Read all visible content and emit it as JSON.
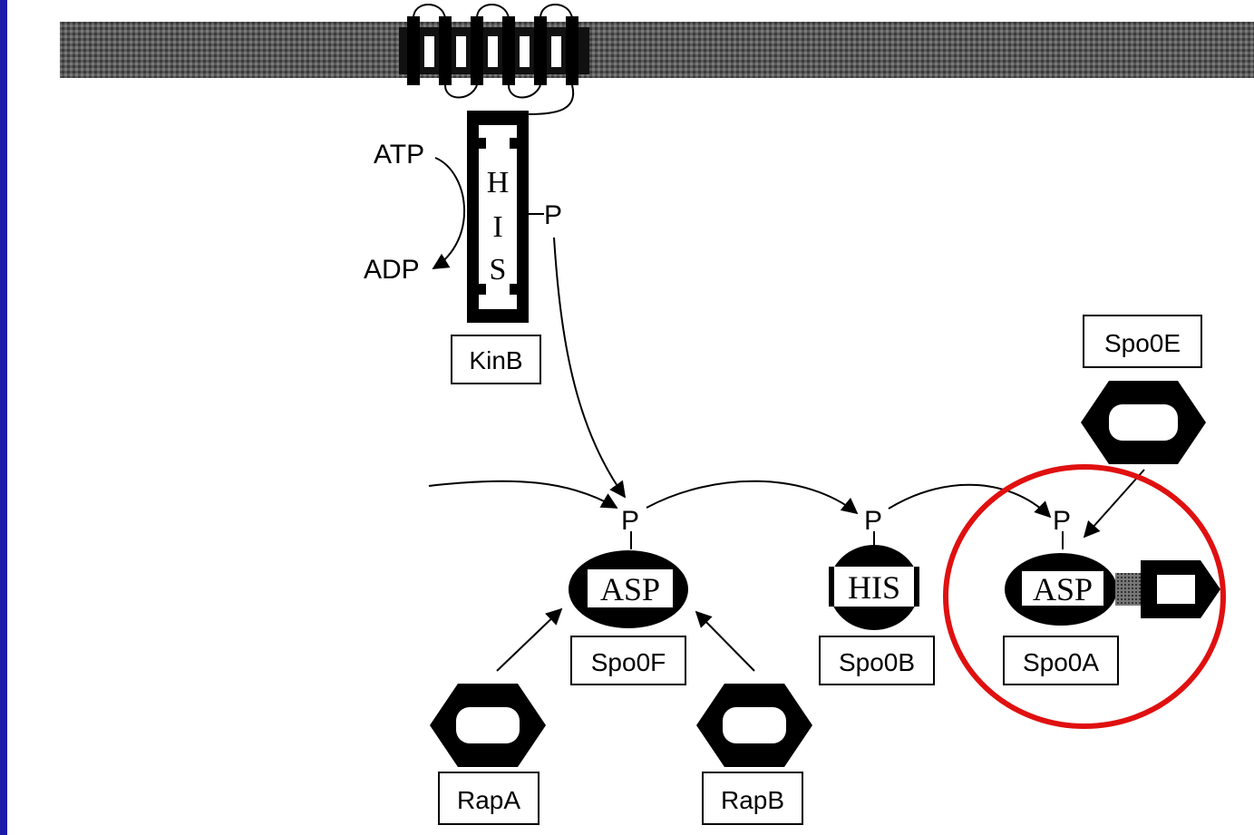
{
  "colors": {
    "background": "#1c1ca8",
    "membrane": "#555555",
    "ink": "#000000",
    "highlight": "#e01010"
  },
  "kinb": {
    "domain_letters": [
      "H",
      "I",
      "S"
    ],
    "phosphate": "P",
    "atp": "ATP",
    "adp": "ADP",
    "label": "KinB"
  },
  "spo0f": {
    "phosphate": "P",
    "domain": "ASP",
    "label": "Spo0F"
  },
  "spo0b": {
    "phosphate": "P",
    "domain": "HIS",
    "label": "Spo0B"
  },
  "spo0a": {
    "phosphate": "P",
    "domain": "ASP",
    "label": "Spo0A"
  },
  "spo0e": {
    "label": "Spo0E"
  },
  "rapa": {
    "label": "RapA"
  },
  "rapb": {
    "label": "RapB"
  }
}
